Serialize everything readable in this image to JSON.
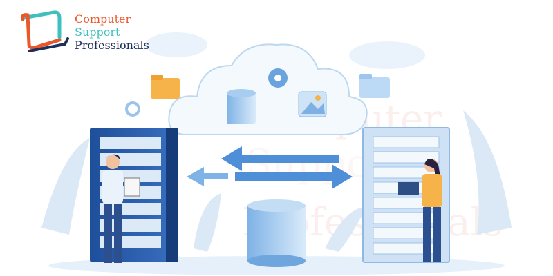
{
  "logo": {
    "line1": "Computer",
    "line2": "Support",
    "line3": "Professionals",
    "colors": {
      "computer": "#e8582c",
      "support": "#3fbfbf",
      "professionals": "#1f2f5c"
    }
  },
  "watermark": {
    "line1": "Computer",
    "line2": "Support",
    "line3": "Professionals"
  },
  "illustration": {
    "elements": [
      "cloud-icon",
      "server-rack-icon",
      "database-icon",
      "gear-icon",
      "folder-icon",
      "image-icon",
      "arrows-icon",
      "person-with-clipboard",
      "person-with-laptop"
    ],
    "colors": {
      "primary": "#2f5ea8",
      "light": "#d6e8f7",
      "accent": "#f5b34a"
    }
  }
}
